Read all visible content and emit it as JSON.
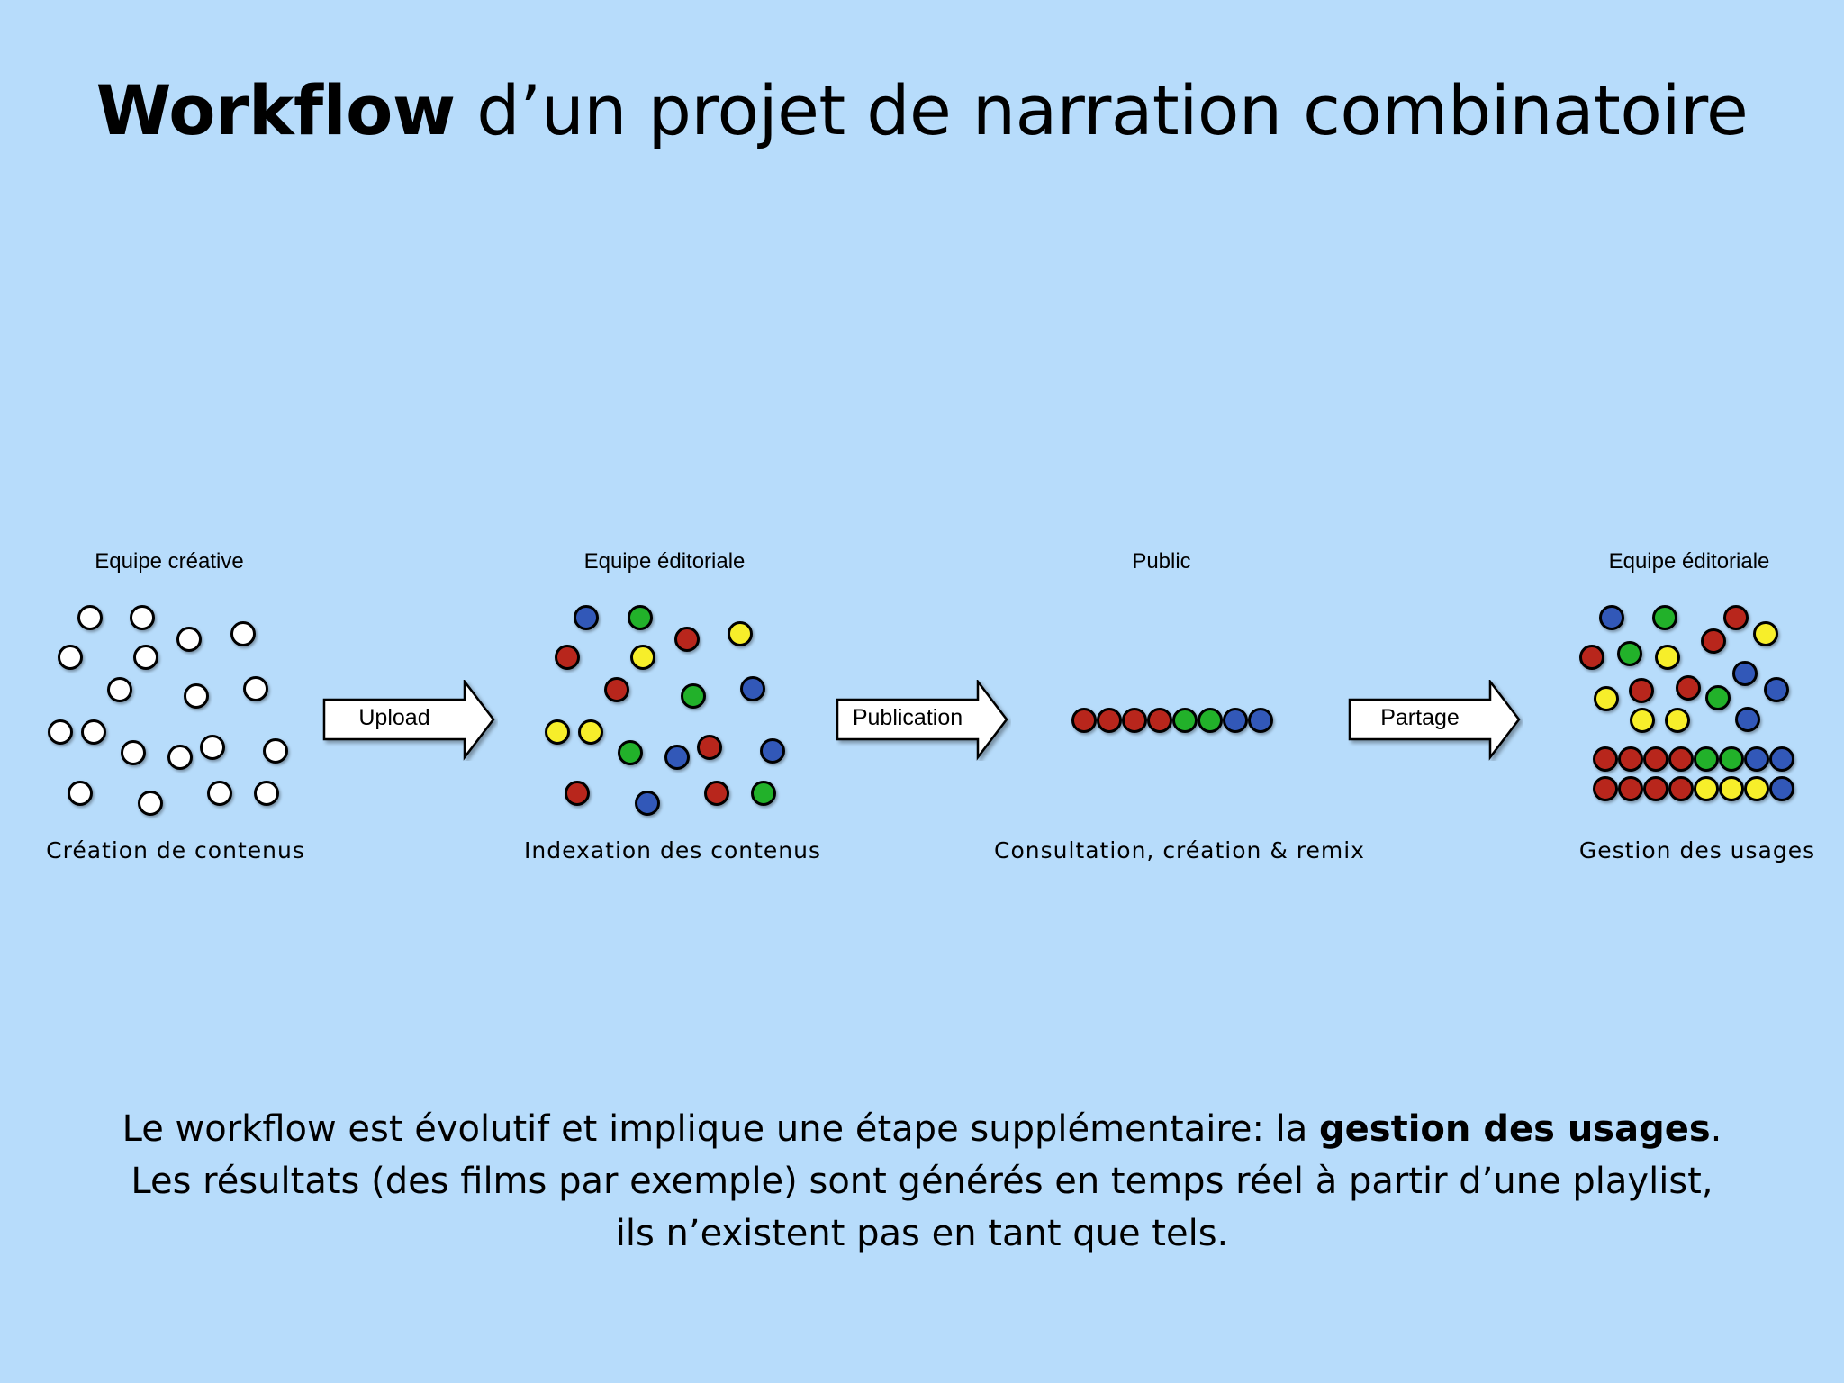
{
  "title": {
    "bold": "Workflow",
    "rest": " d’un projet de narration combinatoire"
  },
  "stages": [
    {
      "role": "Equipe créative",
      "caption": "Création de contenus"
    },
    {
      "role": "Equipe éditoriale",
      "caption": "Indexation des contenus"
    },
    {
      "role": "Public",
      "caption": "Consultation, création & remix"
    },
    {
      "role": "Equipe éditoriale",
      "caption": "Gestion des usages"
    }
  ],
  "arrows": [
    {
      "label": "Upload"
    },
    {
      "label": "Publication"
    },
    {
      "label": "Partage"
    }
  ],
  "colors": {
    "background": "#b7dcfb",
    "white": "#ffffff",
    "blue": "#3158b8",
    "green": "#22b12c",
    "red": "#b8281c",
    "yellow": "#f7ee2b"
  },
  "footer": {
    "line1_pre": "Le workflow est évolutif et implique une étape supplémentaire: la ",
    "line1_bold": "gestion des usages",
    "line1_post": ".",
    "line2": "Les résultats (des films par exemple) sont générés en temps réel à partir d’une playlist,",
    "line3": "ils n’existent pas en tant que tels."
  }
}
